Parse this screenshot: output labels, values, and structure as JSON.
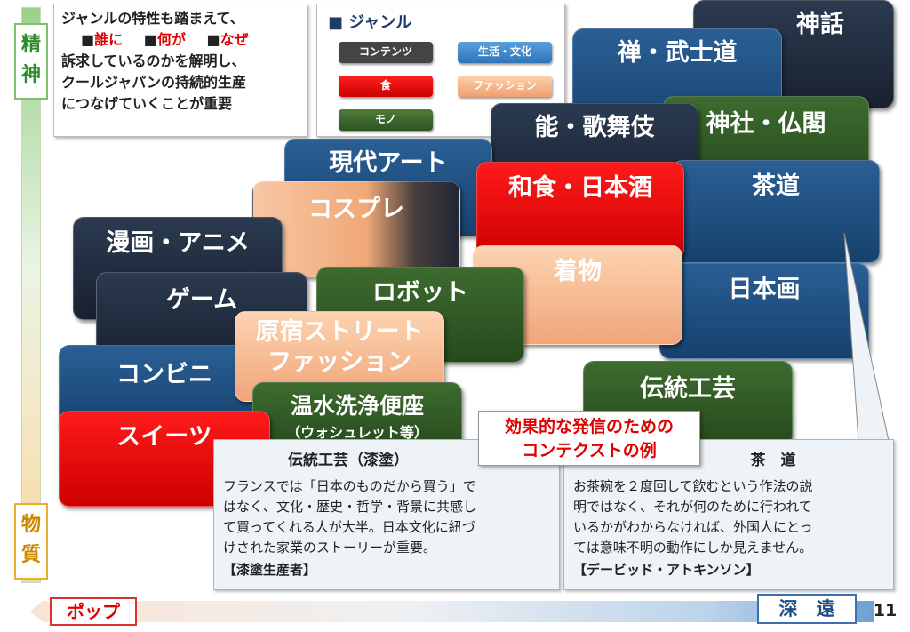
{
  "vertical_axis": {
    "top": [
      "精",
      "神"
    ],
    "bottom": [
      "物",
      "質"
    ]
  },
  "horizontal_axis": {
    "left": "ポップ",
    "right": "深　遠"
  },
  "page_number": "11",
  "intro_note": {
    "line1": "ジャンルの特性も踏まえて、",
    "keywords": [
      {
        "bullet": "■",
        "word": "誰に"
      },
      {
        "bullet": "■",
        "word": "何が"
      },
      {
        "bullet": "■",
        "word": "なぜ"
      }
    ],
    "line3": "訴求しているのかを解明し、",
    "line4": "クールジャパンの持続的生産",
    "line5": "につなげていくことが重要"
  },
  "legend": {
    "title": "■ ジャンル",
    "items": [
      {
        "label": "コンテンツ",
        "color": "#3a3a3a"
      },
      {
        "label": "生活・文化",
        "color": "#3e86c8"
      },
      {
        "label": "食",
        "color": "#e00000"
      },
      {
        "label": "ファッション",
        "color": "#f5b58a"
      },
      {
        "label": "モノ",
        "color": "#3f6b2e"
      }
    ]
  },
  "tiles": {
    "shinwa": "神話",
    "zen": "禅・武士道",
    "jinja": "神社・仏閣",
    "noh": "能・歌舞伎",
    "sado": "茶道",
    "gendai": "現代アート",
    "washoku": "和食・日本酒",
    "cosplay": "コスプレ",
    "manga": "漫画・アニメ",
    "kimono": "着物",
    "nihonga": "日本画",
    "game": "ゲーム",
    "robot": "ロボット",
    "harajuku_1": "原宿ストリート",
    "harajuku_2": "ファッション",
    "konbini": "コンビニ",
    "dento": "伝統工芸",
    "onsui_1": "温水洗浄便座",
    "onsui_2": "（ウォシュレット等）",
    "sweets": "スイーツ"
  },
  "context_label": {
    "line1": "効果的な発信のための",
    "line2": "コンテクストの例"
  },
  "callout_left": {
    "title": "伝統工芸（漆塗）",
    "lines": [
      "フランスでは「日本のものだから買う」で",
      "はなく、文化・歴史・哲学・背景に共感し",
      "て買ってくれる人が大半。日本文化に紐づ",
      "けされた家業のストーリーが重要。"
    ],
    "source": "【漆塗生産者】"
  },
  "callout_right": {
    "title": "茶　道",
    "lines": [
      "お茶碗を２度回して飲むという作法の説",
      "明ではなく、それが何のために行われて",
      "いるかがわからなければ、外国人にとっ",
      "ては意味不明の動作にしか見えません。"
    ],
    "source": "【デービッド・アトキンソン】"
  },
  "colors": {
    "axis_label": "#c98a00",
    "accent_red": "#e00000",
    "navy": "#1e2838",
    "blue": "#1f4f80",
    "green": "#33592a"
  }
}
